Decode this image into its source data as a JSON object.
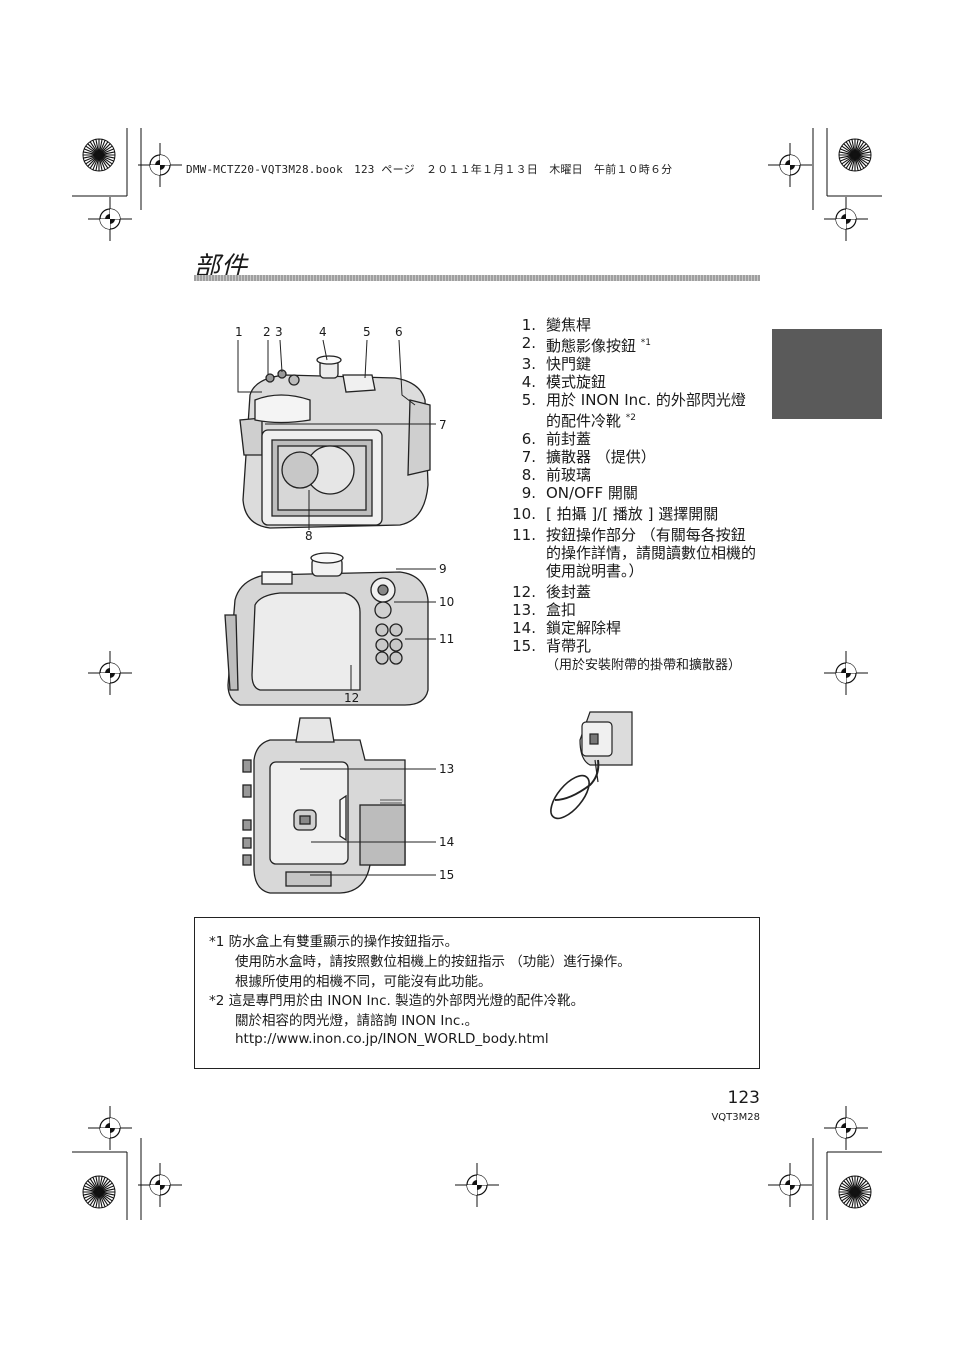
{
  "header": {
    "file_info": "DMW-MCTZ20-VQT3M28.book　123 ページ　２０１１年１月１３日　木曜日　午前１０時６分"
  },
  "title": "部件",
  "callouts": {
    "c1": "1",
    "c2": "2",
    "c3": "3",
    "c4": "4",
    "c5": "5",
    "c6": "6",
    "c7": "7",
    "c8": "8",
    "c9": "9",
    "c10": "10",
    "c11": "11",
    "c12": "12",
    "c13": "13",
    "c14": "14",
    "c15": "15"
  },
  "parts": [
    {
      "num": "1.",
      "text": "變焦桿",
      "sup": ""
    },
    {
      "num": "2.",
      "text": "動態影像按鈕",
      "sup": "*1"
    },
    {
      "num": "3.",
      "text": "快門鍵",
      "sup": ""
    },
    {
      "num": "4.",
      "text": "模式旋鈕",
      "sup": ""
    },
    {
      "num": "5.",
      "text": "用於 INON Inc. 的外部閃光燈的配件冷靴",
      "sup": "*2"
    },
    {
      "num": "6.",
      "text": "前封蓋",
      "sup": ""
    },
    {
      "num": "7.",
      "text": "擴散器 （提供）",
      "sup": ""
    },
    {
      "num": "8.",
      "text": "前玻璃",
      "sup": ""
    },
    {
      "num": "9.",
      "text": "ON/OFF 開關",
      "sup": ""
    },
    {
      "num": "10.",
      "text": "[ 拍攝 ]/[ 播放 ] 選擇開關",
      "sup": ""
    },
    {
      "num": "11.",
      "text": "按鈕操作部分 （有關每各按鈕的操作詳情，請閱讀數位相機的使用說明書。）",
      "sup": ""
    },
    {
      "num": "12.",
      "text": "後封蓋",
      "sup": ""
    },
    {
      "num": "13.",
      "text": "盒扣",
      "sup": ""
    },
    {
      "num": "14.",
      "text": "鎖定解除桿",
      "sup": ""
    },
    {
      "num": "15.",
      "text": "背帶孔",
      "sup": "",
      "sub": "（用於安裝附帶的掛帶和擴散器）"
    }
  ],
  "notes": {
    "n1_mark": "*1",
    "n1_l1": "防水盒上有雙重顯示的操作按鈕指示。",
    "n1_l2": "使用防水盒時，請按照數位相機上的按鈕指示 （功能）進行操作。",
    "n1_l3": "根據所使用的相機不同，可能沒有此功能。",
    "n2_mark": "*2",
    "n2_l1": "這是專門用於由 INON Inc. 製造的外部閃光燈的配件冷靴。",
    "n2_l2": "關於相容的閃光燈，請諮詢 INON Inc.。",
    "n2_l3": "http://www.inon.co.jp/INON_WORLD_body.html"
  },
  "footer": {
    "page_number": "123",
    "doc_code": "VQT3M28"
  }
}
